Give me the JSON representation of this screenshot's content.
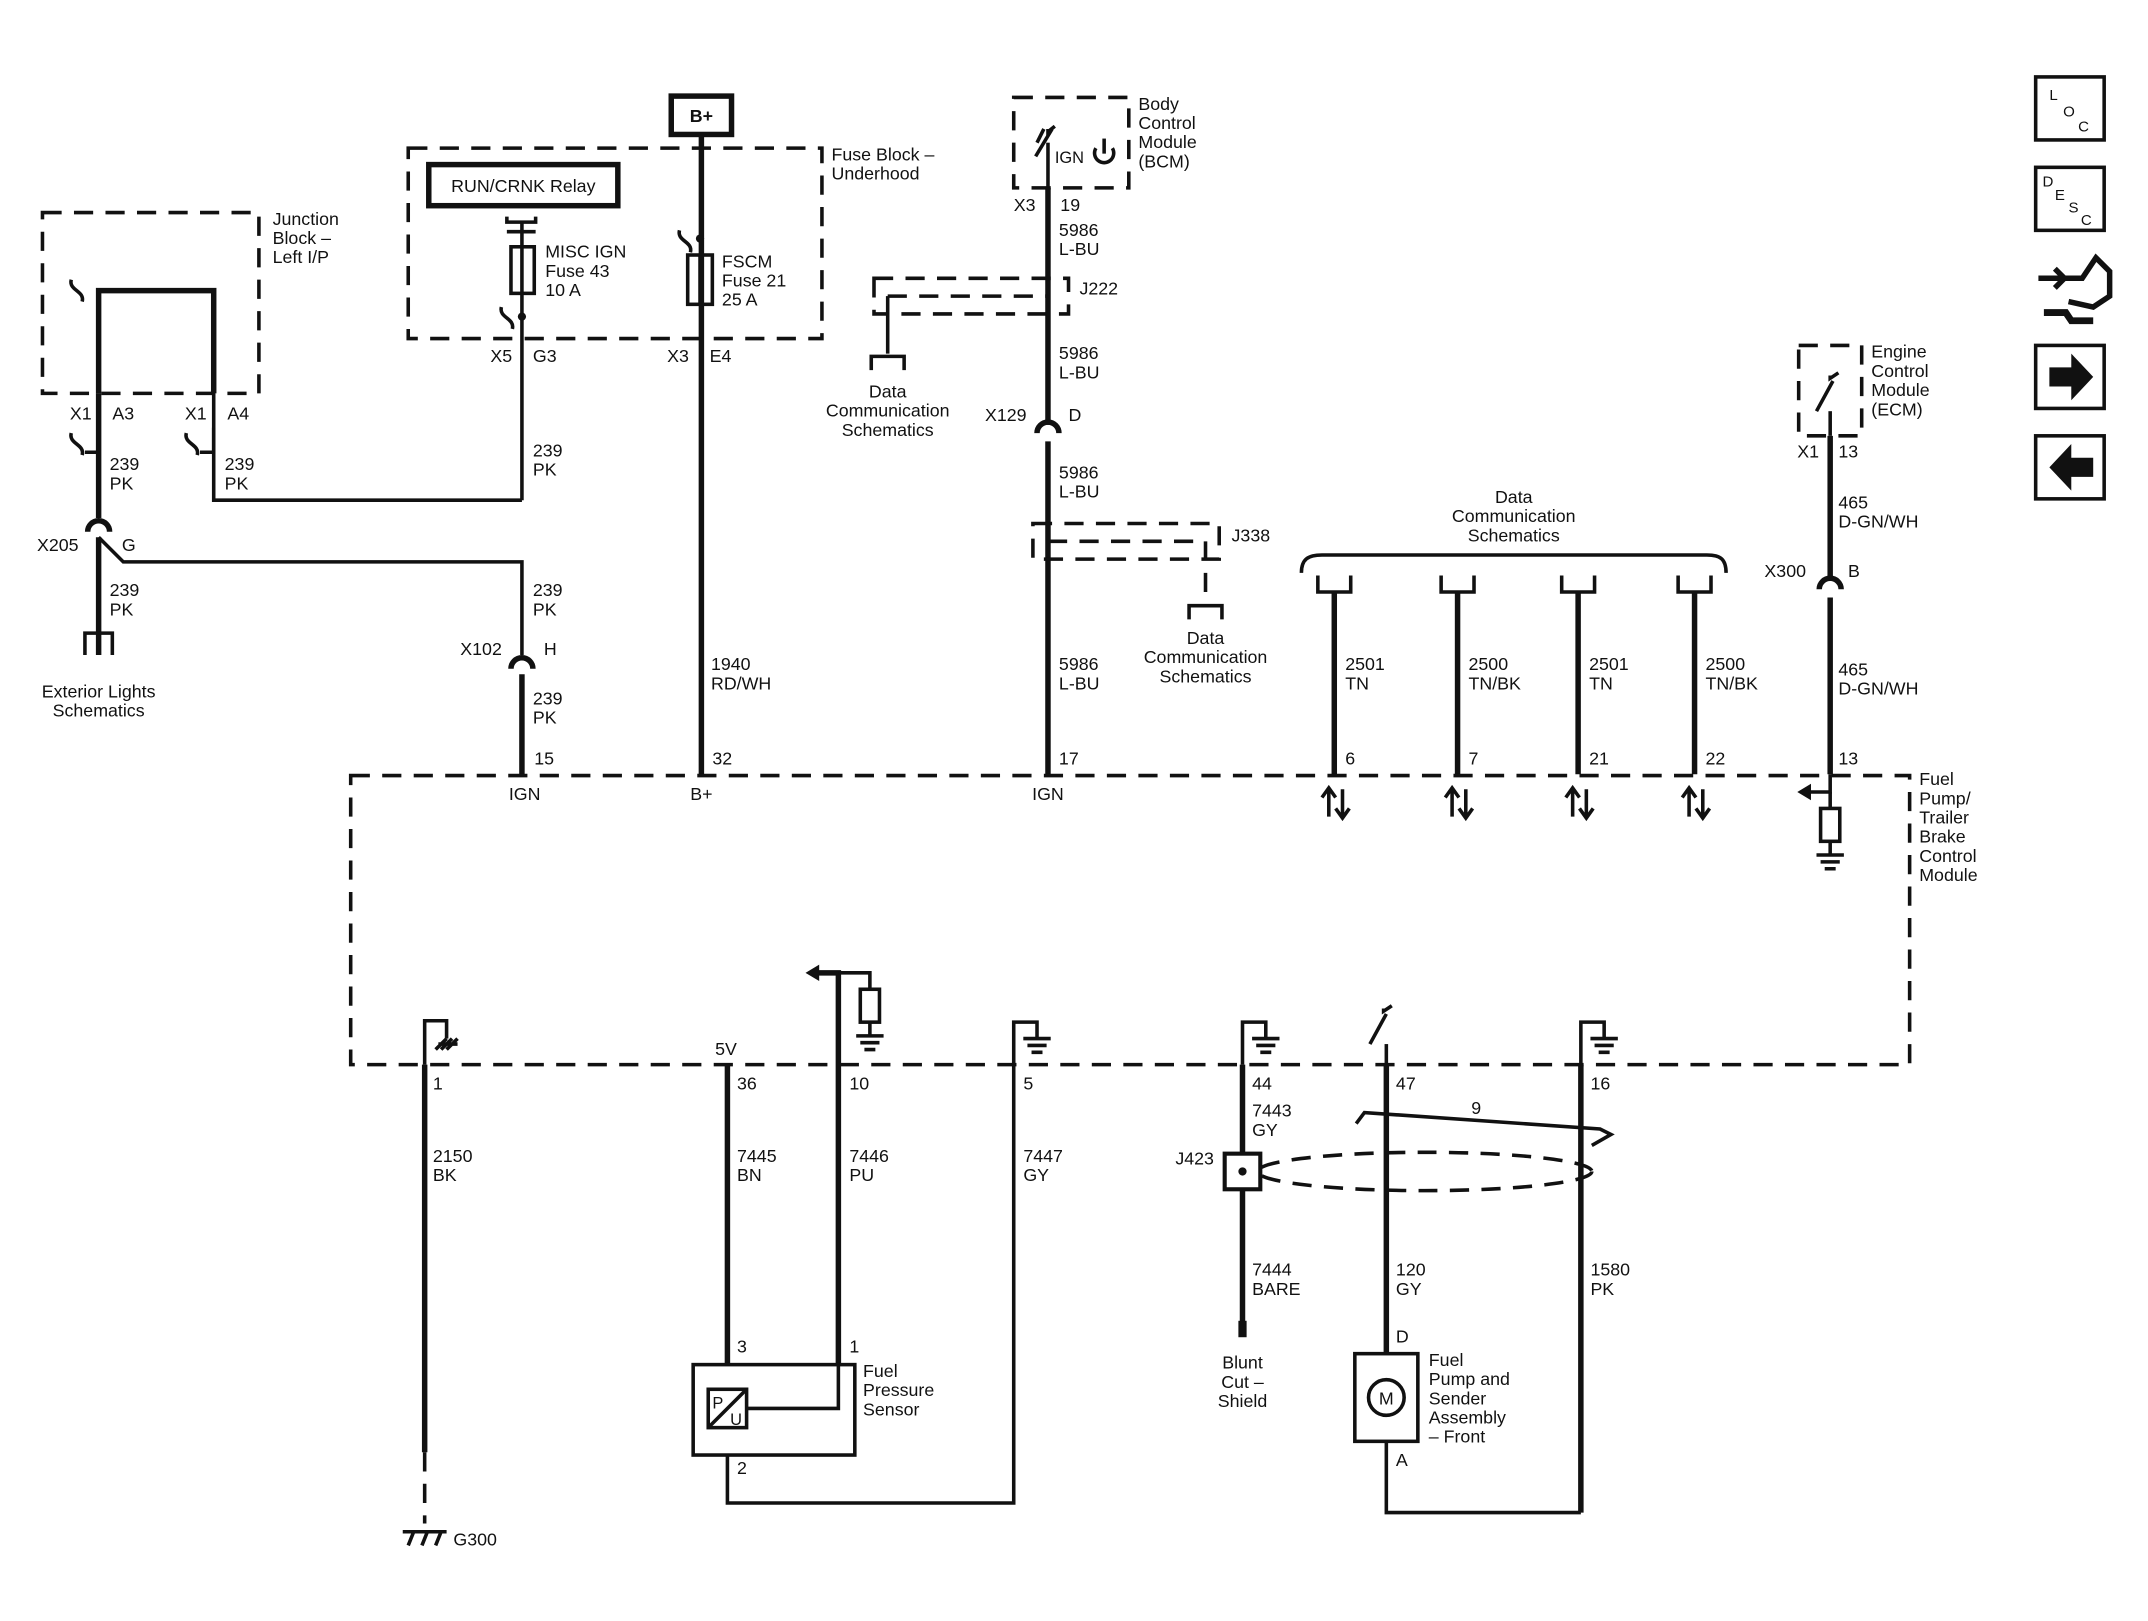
{
  "nav": {
    "loc_button": {
      "l1": "L",
      "l2": "O",
      "l3": "C"
    },
    "desc_button": {
      "l1": "D",
      "l2": "E",
      "l3": "S",
      "l4": "C"
    },
    "icons": [
      "connector-end-view-icon",
      "next-arrow-icon",
      "previous-arrow-icon"
    ]
  },
  "components": {
    "battery": "B+",
    "relay": "RUN/CRNK Relay",
    "fuse_block": {
      "line1": "Fuse Block –",
      "line2": "Underhood"
    },
    "junction_block": {
      "line1": "Junction",
      "line2": "Block –",
      "line3": "Left I/P"
    },
    "bcm": {
      "line1": "Body",
      "line2": "Control",
      "line3": "Module",
      "line4": "(BCM)",
      "ign": "IGN"
    },
    "ecm": {
      "line1": "Engine",
      "line2": "Control",
      "line3": "Module",
      "line4": "(ECM)"
    },
    "module": {
      "line1": "Fuel",
      "line2": "Pump/",
      "line3": "Trailer",
      "line4": "Brake",
      "line5": "Control",
      "line6": "Module"
    },
    "fuse43": {
      "line1": "MISC IGN",
      "line2": "Fuse 43",
      "line3": "10 A"
    },
    "fuse21": {
      "line1": "FSCM",
      "line2": "Fuse 21",
      "line3": "25 A"
    },
    "pressure_sensor": {
      "line1": "Fuel",
      "line2": "Pressure",
      "line3": "Sensor",
      "p": "P",
      "u": "U"
    },
    "pump": {
      "line1": "Fuel",
      "line2": "Pump and",
      "line3": "Sender",
      "line4": "Assembly",
      "line5": "– Front",
      "motor": "M"
    },
    "blunt_cut": {
      "line1": "Blunt",
      "line2": "Cut –",
      "line3": "Shield"
    },
    "ext_lights": {
      "line1": "Exterior Lights",
      "line2": "Schematics"
    },
    "data_comm_1": {
      "line1": "Data",
      "line2": "Communication",
      "line3": "Schematics"
    },
    "data_comm_2": {
      "line1": "Data",
      "line2": "Communication",
      "line3": "Schematics"
    },
    "data_comm_3": {
      "line1": "Data",
      "line2": "Communication",
      "line3": "Schematics"
    }
  },
  "connectors": {
    "x1_a3": "X1",
    "a3": "A3",
    "x1_a4": "X1",
    "a4": "A4",
    "x5": "X5",
    "g3": "G3",
    "x3_fuse": "X3",
    "e4": "E4",
    "x3_bcm": "X3",
    "p19": "19",
    "x205": "X205",
    "x205_pin": "G",
    "x102": "X102",
    "x102_pin": "H",
    "x129": "X129",
    "x129_pin": "D",
    "x1_ecm": "X1",
    "p13_ecm": "13",
    "x300": "X300",
    "x300_pin": "B",
    "j222": "J222",
    "j338": "J338",
    "j423": "J423",
    "g300": "G300"
  },
  "wires": {
    "w239_a3": {
      "circuit": "239",
      "color": "PK"
    },
    "w239_a4": {
      "circuit": "239",
      "color": "PK"
    },
    "w239_g3": {
      "circuit": "239",
      "color": "PK"
    },
    "w239_x205_down": {
      "circuit": "239",
      "color": "PK"
    },
    "w239_to_x102": {
      "circuit": "239",
      "color": "PK"
    },
    "w239_x102_down": {
      "circuit": "239",
      "color": "PK"
    },
    "w1940": {
      "circuit": "1940",
      "color": "RD/WH"
    },
    "w5986_a": {
      "circuit": "5986",
      "color": "L-BU"
    },
    "w5986_b": {
      "circuit": "5986",
      "color": "L-BU"
    },
    "w5986_c": {
      "circuit": "5986",
      "color": "L-BU"
    },
    "w5986_d": {
      "circuit": "5986",
      "color": "L-BU"
    },
    "w2501_a": {
      "circuit": "2501",
      "color": "TN"
    },
    "w2500_a": {
      "circuit": "2500",
      "color": "TN/BK"
    },
    "w2501_b": {
      "circuit": "2501",
      "color": "TN"
    },
    "w2500_b": {
      "circuit": "2500",
      "color": "TN/BK"
    },
    "w465_a": {
      "circuit": "465",
      "color": "D-GN/WH"
    },
    "w465_b": {
      "circuit": "465",
      "color": "D-GN/WH"
    },
    "w2150": {
      "circuit": "2150",
      "color": "BK"
    },
    "w7445": {
      "circuit": "7445",
      "color": "BN"
    },
    "w7446": {
      "circuit": "7446",
      "color": "PU"
    },
    "w7447": {
      "circuit": "7447",
      "color": "GY"
    },
    "w7443": {
      "circuit": "7443",
      "color": "GY"
    },
    "w7444": {
      "circuit": "7444",
      "color": "BARE"
    },
    "w120": {
      "circuit": "120",
      "color": "GY"
    },
    "w1580": {
      "circuit": "1580",
      "color": "PK"
    }
  },
  "module_pins": {
    "top": {
      "p15": "15",
      "p32": "32",
      "p17": "17",
      "p6": "6",
      "p7": "7",
      "p21": "21",
      "p22": "22",
      "p13": "13"
    },
    "top_labels": {
      "ign1": "IGN",
      "bplus": "B+",
      "ign2": "IGN"
    },
    "bottom": {
      "p1": "1",
      "p36": "36",
      "p10": "10",
      "p5": "5",
      "p44": "44",
      "p47": "47",
      "p16": "16"
    },
    "bottom_labels": {
      "v5": "5V"
    }
  },
  "sensor_pins": {
    "p3": "3",
    "p1": "1",
    "p2": "2"
  },
  "pump_pins": {
    "d": "D",
    "a": "A"
  },
  "twist_count": "9"
}
